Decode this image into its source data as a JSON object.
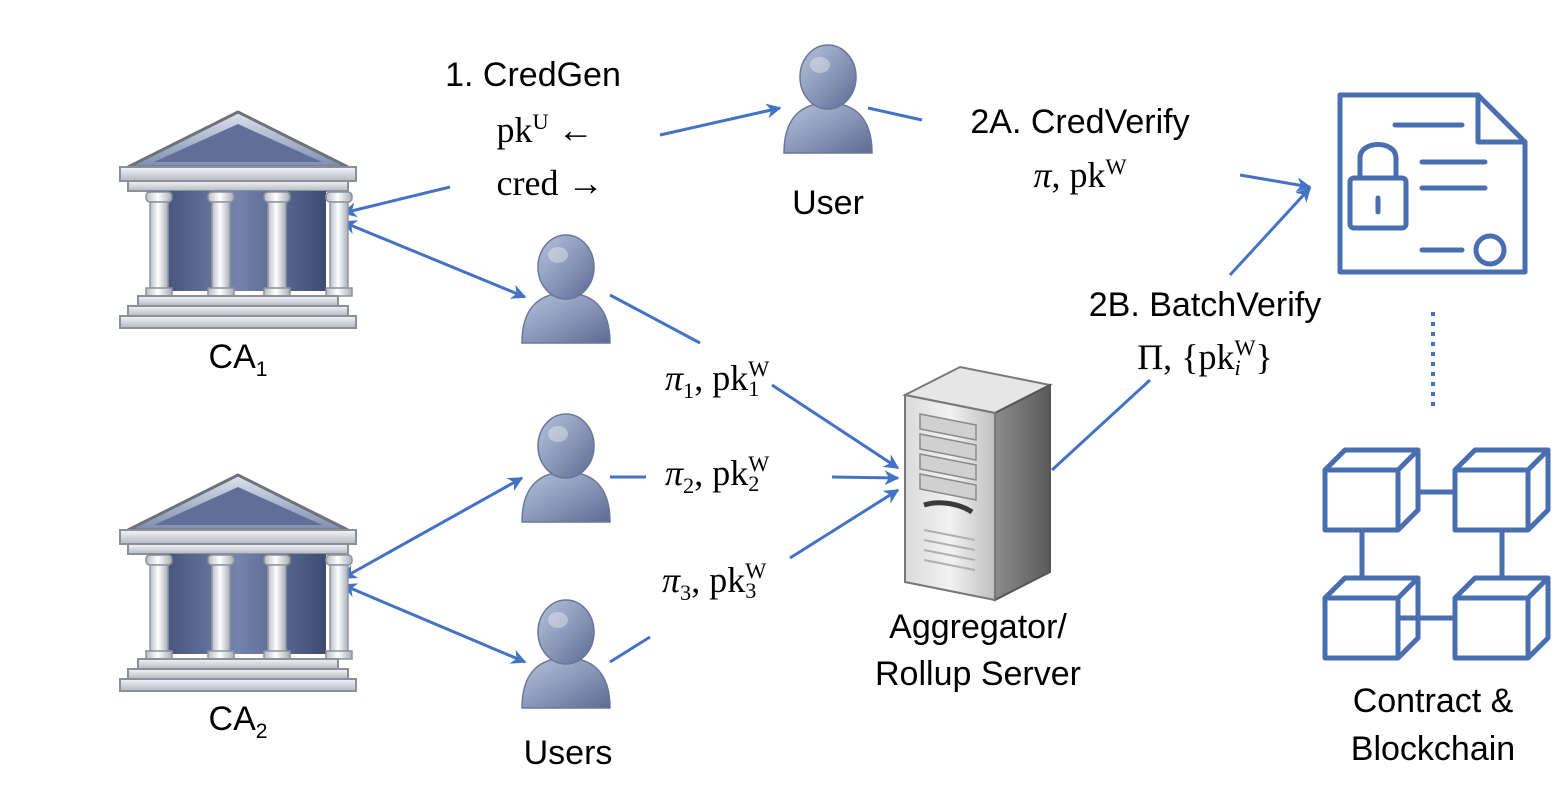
{
  "colors": {
    "arrow": "#4472C4",
    "icon_blue": "#4A6FB0",
    "person_fill": "#8A97B8",
    "person_dark": "#5E6C94"
  },
  "icons": {
    "ca": "bank-building-icon",
    "user": "person-icon",
    "server": "server-tower-icon",
    "contract": "locked-document-icon",
    "blockchain": "blockchain-cubes-icon"
  },
  "nodes": {
    "ca1": {
      "name": "CA",
      "sub": "1"
    },
    "ca2": {
      "name": "CA",
      "sub": "2"
    },
    "user": "User",
    "users": "Users",
    "aggregator_line1": "Aggregator/",
    "aggregator_line2": "Rollup Server",
    "contract_line1": "Contract &",
    "contract_line2": "Blockchain"
  },
  "steps": {
    "credgen": {
      "title": "1. CredGen",
      "line2_base": "pk",
      "line2_sup": "U",
      "line2_arrow": "←",
      "line3": "cred →"
    },
    "credverify": {
      "title": "2A. CredVerify",
      "pi": "π",
      "base": "pk",
      "sup": "W"
    },
    "batchverify": {
      "title": "2B. BatchVerify",
      "Pi": "Π,",
      "open": "{pk",
      "sup": "W",
      "sub": "i",
      "close": "}"
    }
  },
  "proofs": [
    {
      "pi": "π",
      "pi_sub": "1",
      "base": "pk",
      "sup": "W",
      "sub": "1"
    },
    {
      "pi": "π",
      "pi_sub": "2",
      "base": "pk",
      "sup": "W",
      "sub": "2"
    },
    {
      "pi": "π",
      "pi_sub": "3",
      "base": "pk",
      "sup": "W",
      "sub": "3"
    }
  ]
}
